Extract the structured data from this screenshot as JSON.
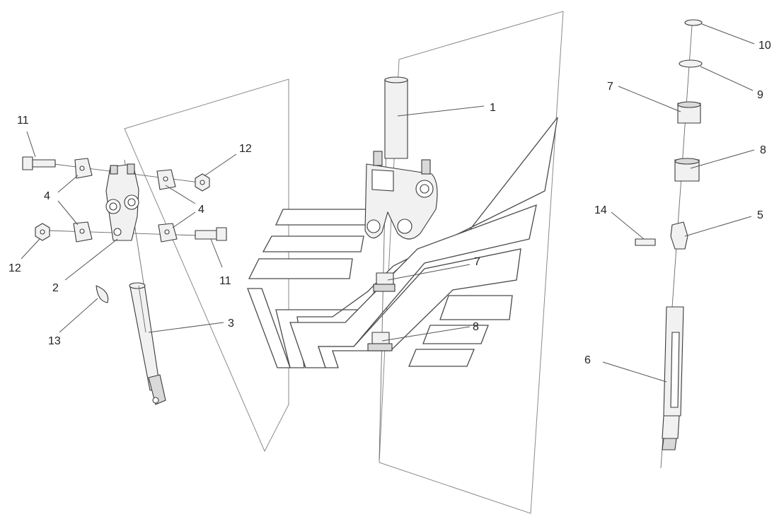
{
  "callouts": {
    "c1": "1",
    "c2": "2",
    "c3": "3",
    "c4a": "4",
    "c4b": "4",
    "c5": "5",
    "c6": "6",
    "c7a": "7",
    "c7b": "7",
    "c8a": "8",
    "c8b": "8",
    "c9": "9",
    "c10": "10",
    "c11a": "11",
    "c11b": "11",
    "c12a": "12",
    "c12b": "12",
    "c13": "13",
    "c14": "14"
  }
}
